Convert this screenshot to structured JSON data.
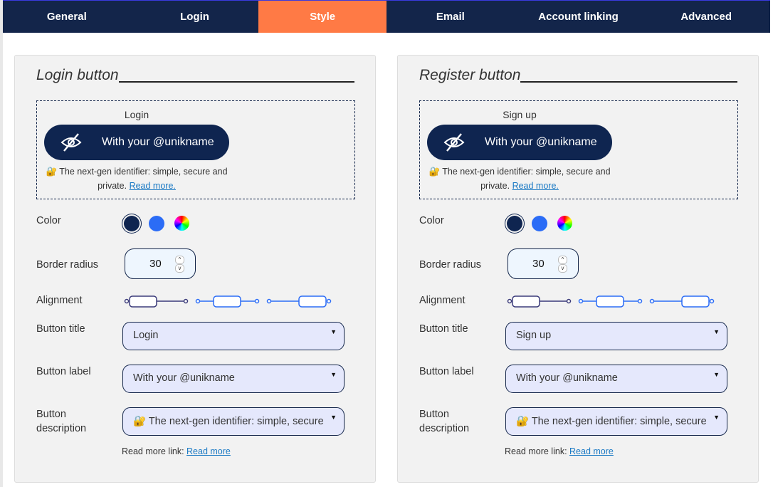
{
  "tabs": [
    "General",
    "Login",
    "Style",
    "Email",
    "Account linking",
    "Advanced"
  ],
  "active_tab": "Style",
  "panels": [
    {
      "title": "Login button",
      "preview": {
        "title": "Login",
        "button_label": "With your @unikname",
        "description": "🔐 The next-gen identifier: simple, secure and private.",
        "link": "Read more."
      },
      "labels": {
        "color": "Color",
        "border_radius": "Border radius",
        "alignment": "Alignment",
        "button_title": "Button title",
        "button_label": "Button label",
        "button_description": "Button description"
      },
      "colors": [
        "#0f2550",
        "#2b6cf6"
      ],
      "selected_color": "#0f2550",
      "border_radius": "30",
      "alignment": "left",
      "button_title": "Login",
      "button_label": "With your @unikname",
      "button_description": "🔐 The next-gen identifier: simple, secure and private.",
      "read_more_label": "Read more link:",
      "read_more_link": "Read more"
    },
    {
      "title": "Register button",
      "preview": {
        "title": "Sign up",
        "button_label": "With your @unikname",
        "description": "🔐 The next-gen identifier: simple, secure and private.",
        "link": "Read more."
      },
      "labels": {
        "color": "Color",
        "border_radius": "Border radius",
        "alignment": "Alignment",
        "button_title": "Button title",
        "button_label": "Button label",
        "button_description": "Button description"
      },
      "colors": [
        "#0f2550",
        "#2b6cf6"
      ],
      "selected_color": "#0f2550",
      "border_radius": "30",
      "alignment": "left",
      "button_title": "Sign up",
      "button_label": "With your @unikname",
      "button_description": "🔐 The next-gen identifier: simple, secure and private.",
      "read_more_label": "Read more link:",
      "read_more_link": "Read more"
    }
  ]
}
